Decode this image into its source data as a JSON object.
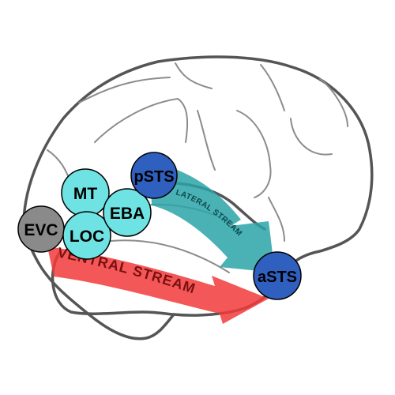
{
  "streams": {
    "lateral": {
      "label": "LATERAL STREAM",
      "color": "#2aa3a8",
      "text_color": "#0a4a4d"
    },
    "ventral": {
      "label": "VENTRAL STREAM",
      "color": "#f23a3a",
      "text_color": "#7a1010"
    }
  },
  "regions": [
    {
      "id": "evc",
      "label": "EVC",
      "color": "#8a8a8a"
    },
    {
      "id": "mt",
      "label": "MT",
      "color": "#6fe3e3"
    },
    {
      "id": "loc",
      "label": "LOC",
      "color": "#6fe3e3"
    },
    {
      "id": "eba",
      "label": "EBA",
      "color": "#6fe3e3"
    },
    {
      "id": "psts",
      "label": "pSTS",
      "color": "#2f5fbf"
    },
    {
      "id": "asts",
      "label": "aSTS",
      "color": "#2f5fbf"
    }
  ],
  "brain": {
    "outline_color": "#555555",
    "sulcus_color": "#8c8c8c"
  }
}
